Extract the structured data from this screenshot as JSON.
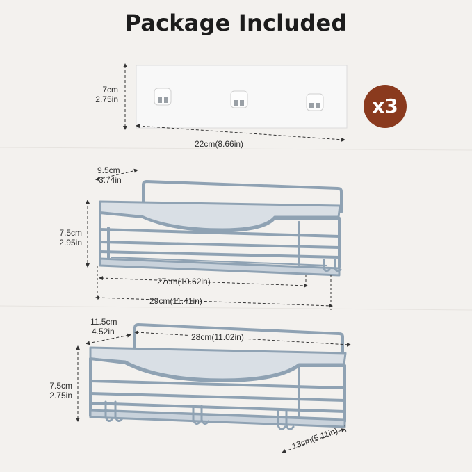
{
  "title": "Package Included",
  "quantity_badge": "x3",
  "hook_strip": {
    "height_cm": "7cm",
    "height_in": "2.75in",
    "width_label": "22cm(8.66in)"
  },
  "basket_small": {
    "depth_cm": "9.5cm",
    "depth_in": "3.74in",
    "height_cm": "7.5cm",
    "height_in": "2.95in",
    "inner_width_label": "27cm(10.62in)",
    "outer_width_label": "29cm(11.41in)"
  },
  "basket_large": {
    "depth_cm": "11.5cm",
    "depth_in": "4.52in",
    "height_cm": "7.5cm",
    "height_in": "2.75in",
    "width_label": "28cm(11.02in)",
    "bottom_depth_label": "13cm(5.11in)"
  },
  "colors": {
    "background": "#f3f1ee",
    "basket": "#8fa2b3",
    "badge": "#8a3a1e"
  }
}
